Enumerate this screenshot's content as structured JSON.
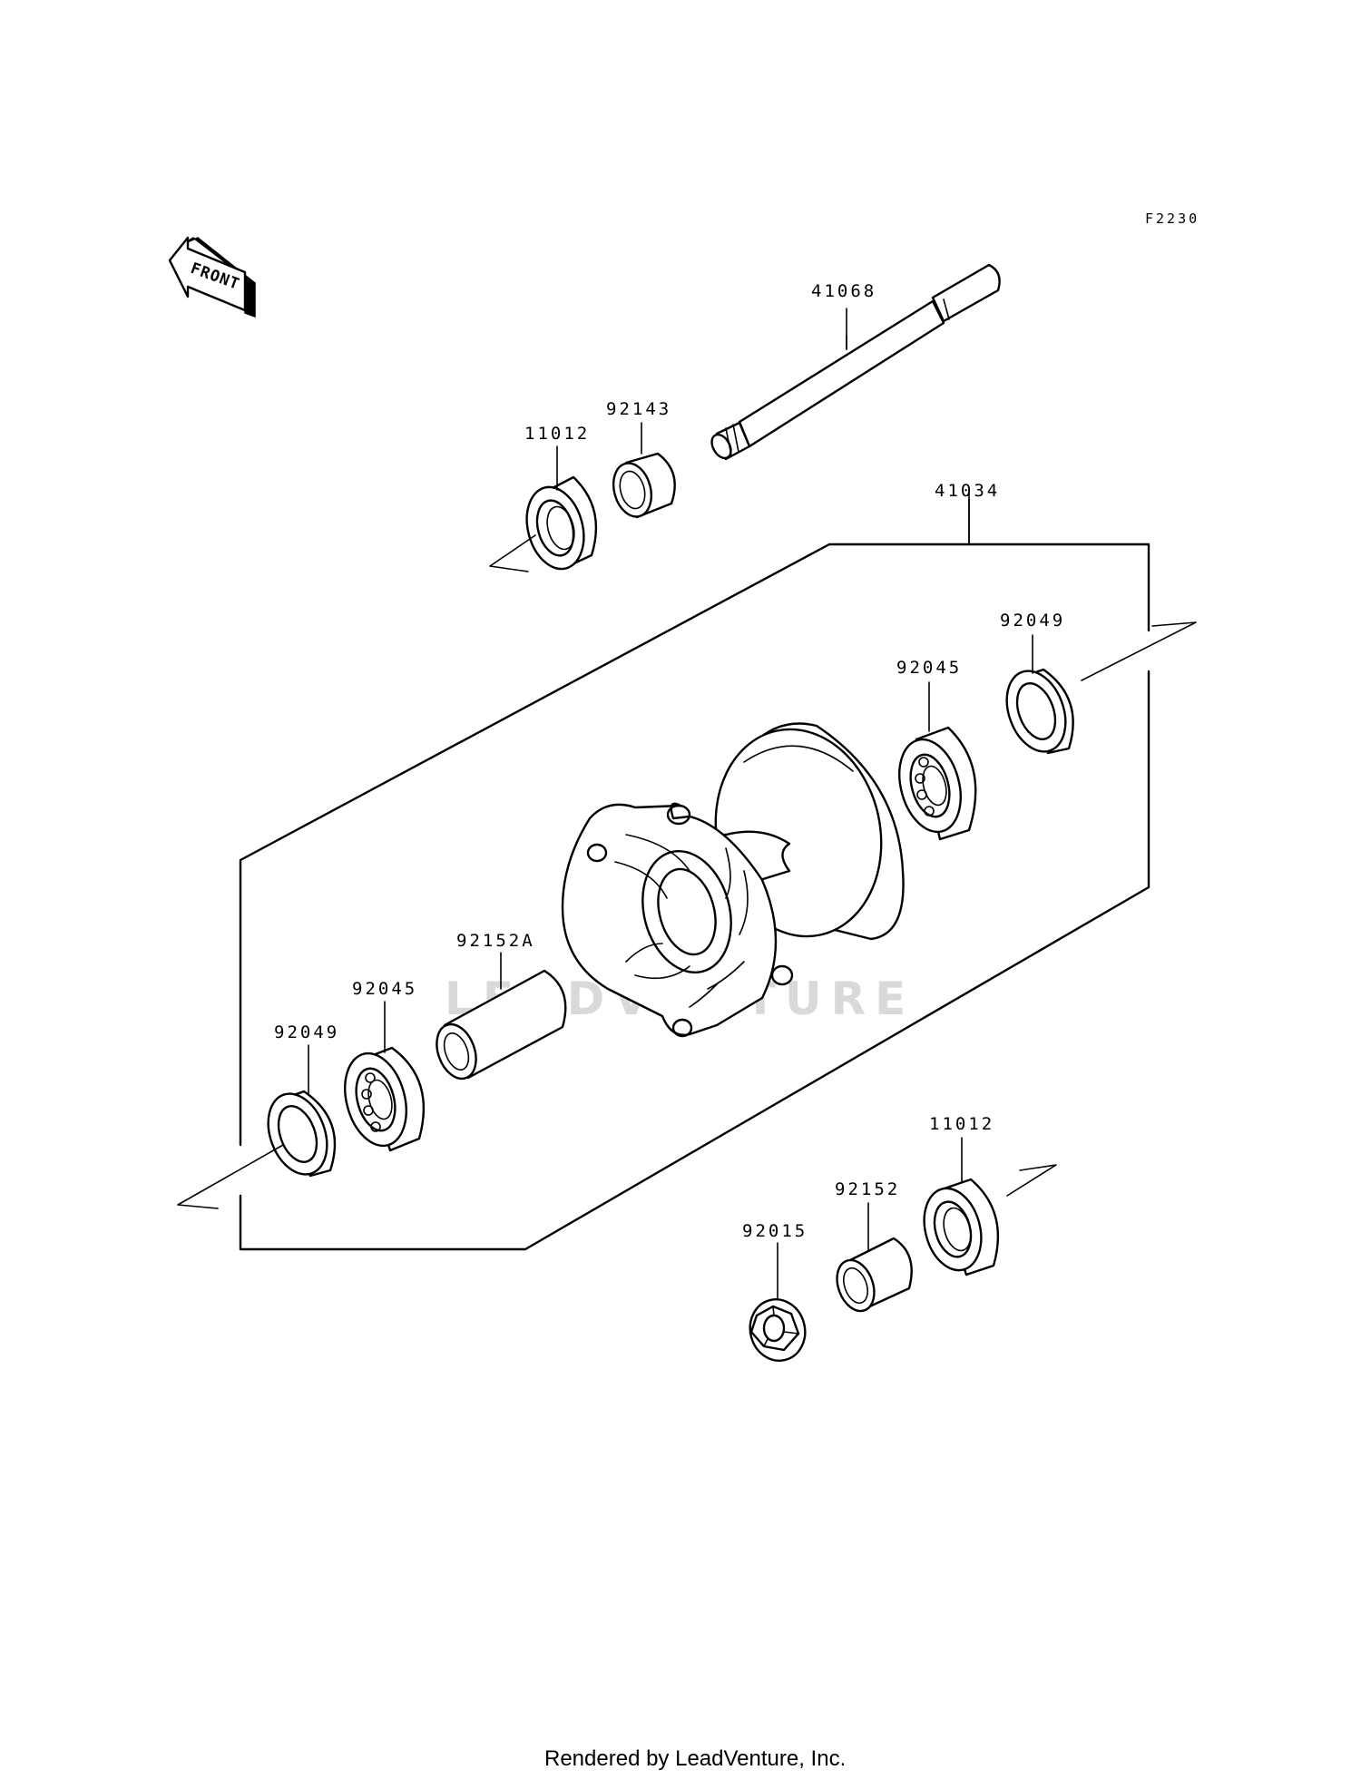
{
  "diagram": {
    "reference_code": "F2230",
    "direction_indicator": "FRONT",
    "watermark": "LEADVENTURE",
    "footer": "Rendered by LeadVenture, Inc.",
    "parts": {
      "axle": "41068",
      "collar_upper": "92143",
      "seal_upper": "11012",
      "hub_assembly": "41034",
      "seal_right": "92049",
      "bearing_right": "92045",
      "spacer_hub": "92152A",
      "bearing_left": "92045",
      "seal_left": "92049",
      "seal_lower": "11012",
      "collar_lower": "92152",
      "nut": "92015"
    }
  }
}
